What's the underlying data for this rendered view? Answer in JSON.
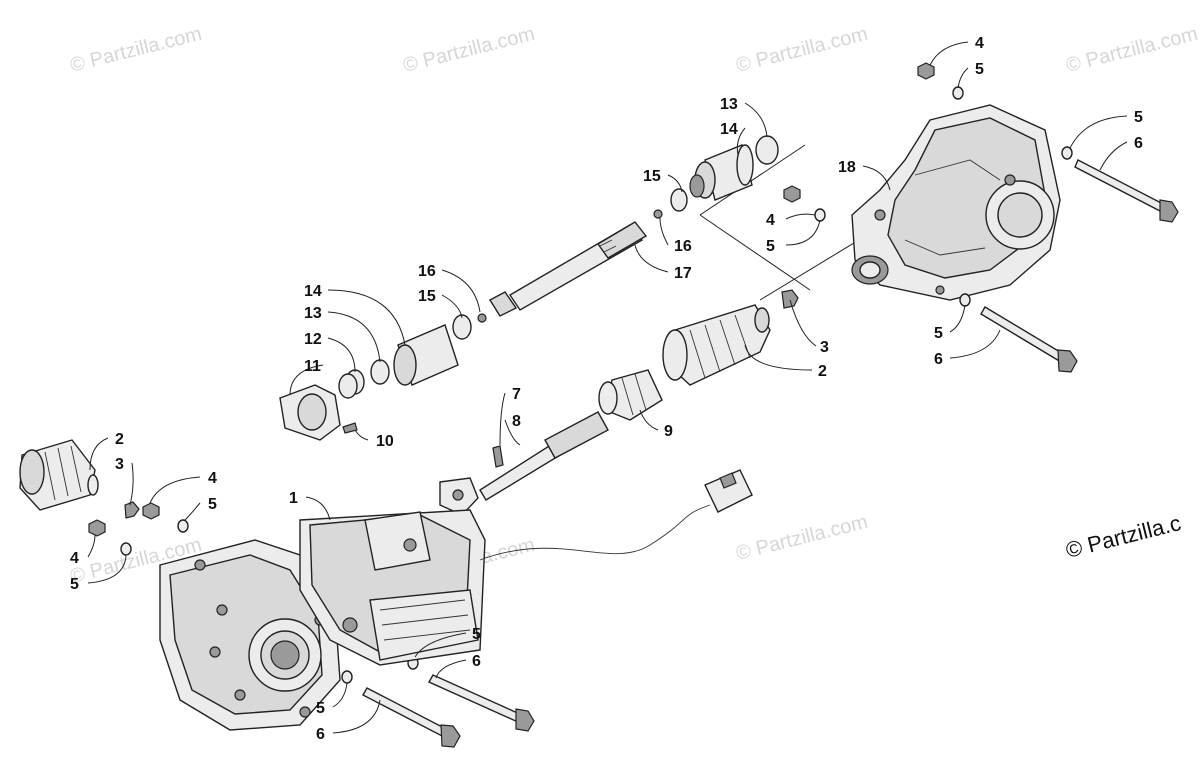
{
  "watermark": {
    "text": "© Partzilla.com",
    "text_cut": "© Partzilla.c"
  },
  "callouts": {
    "n1": "1",
    "n2": "2",
    "n3": "3",
    "n4": "4",
    "n5": "5",
    "n6": "6",
    "n7": "7",
    "n8": "8",
    "n9": "9",
    "n10": "10",
    "n11": "11",
    "n12": "12",
    "n13": "13",
    "n14": "14",
    "n15": "15",
    "n16": "16",
    "n17": "17",
    "n18": "18"
  }
}
